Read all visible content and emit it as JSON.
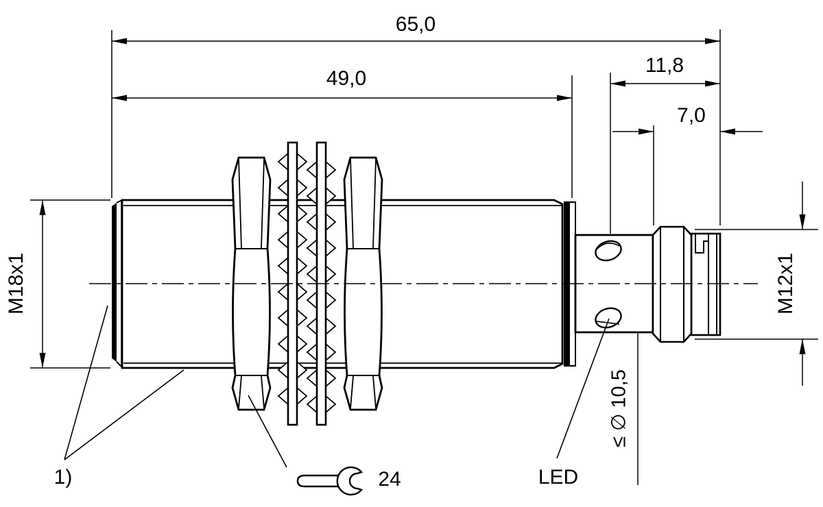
{
  "labels": {
    "overall_length": "65,0",
    "body_length": "49,0",
    "rear_section_length": "11,8",
    "connector_length": "7,0",
    "front_thread": "M18x1",
    "connector_thread": "M12x1",
    "clamp_diameter": "≤ ∅ 10,5",
    "wrench_size": "24",
    "led": "LED",
    "footnote": "1)"
  },
  "colors": {
    "line": "#000000",
    "background": "#ffffff"
  }
}
